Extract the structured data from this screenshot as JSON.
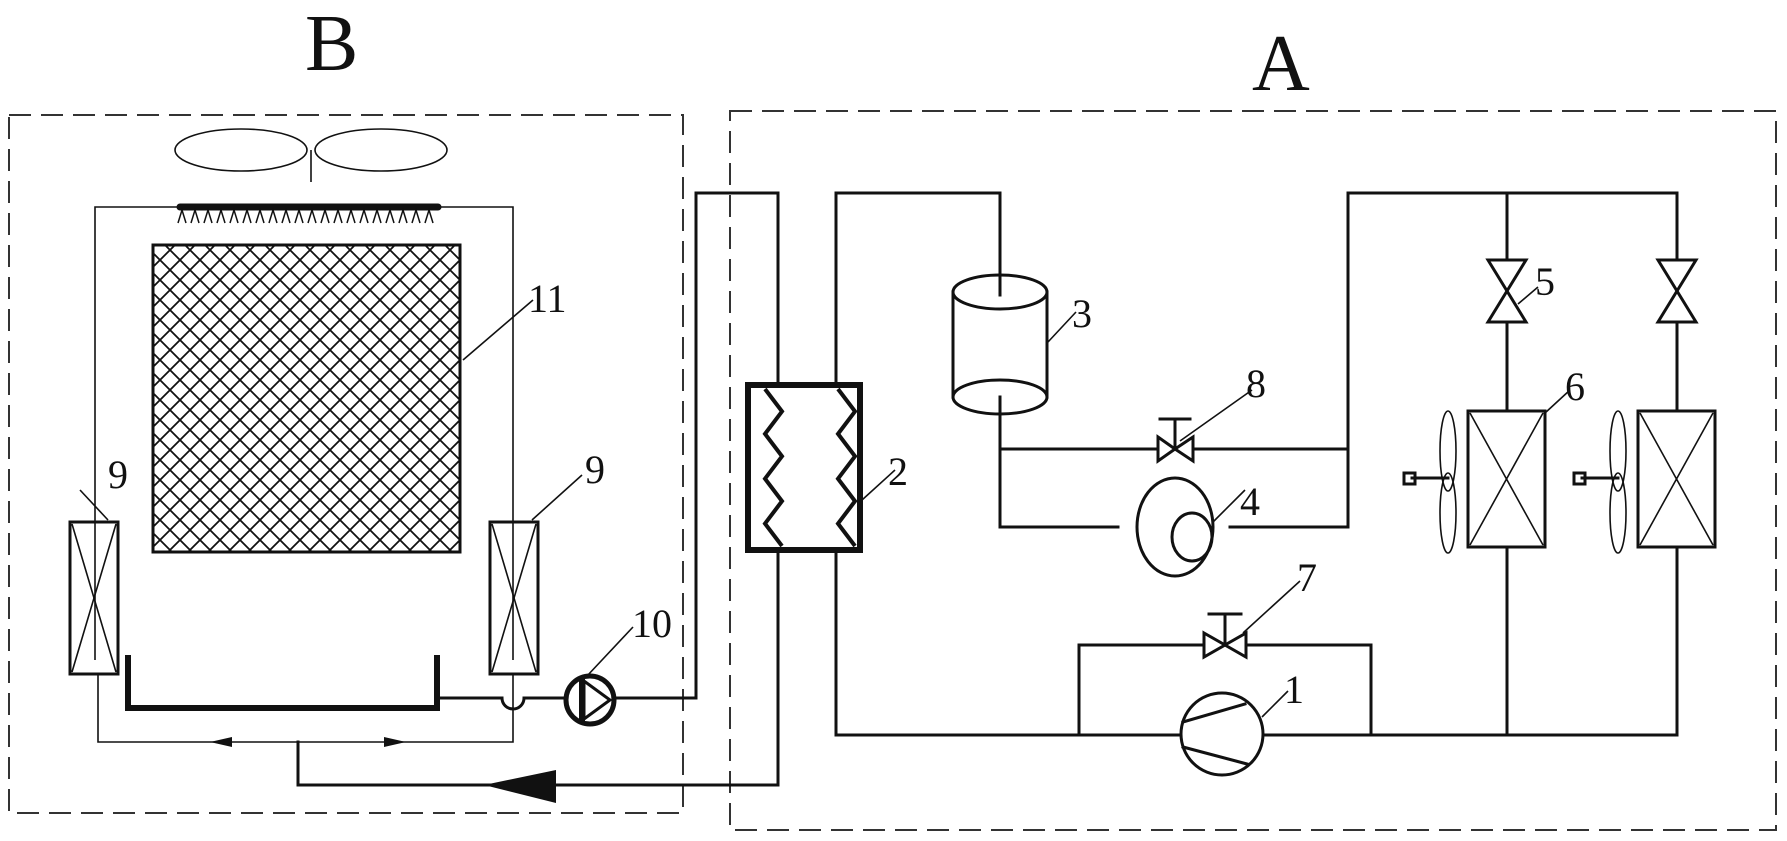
{
  "diagram": {
    "type": "refrigeration and cooling tower system schematic",
    "sections": [
      {
        "id": "B",
        "label": "B",
        "description": "evaporative cooling tower unit"
      },
      {
        "id": "A",
        "label": "A",
        "description": "refrigeration unit"
      }
    ],
    "components": [
      {
        "number": "1",
        "label": "1",
        "symbol": "compressor",
        "section": "A"
      },
      {
        "number": "2",
        "label": "2",
        "symbol": "plate heat exchanger",
        "section": "A"
      },
      {
        "number": "3",
        "label": "3",
        "symbol": "liquid receiver",
        "section": "A"
      },
      {
        "number": "4",
        "label": "4",
        "symbol": "pump",
        "section": "A"
      },
      {
        "number": "5",
        "label": "5",
        "symbol": "expansion valve",
        "section": "A"
      },
      {
        "number": "6",
        "label": "6",
        "symbol": "evaporator with fan",
        "section": "A"
      },
      {
        "number": "7",
        "label": "7",
        "symbol": "bypass valve",
        "section": "A"
      },
      {
        "number": "8",
        "label": "8",
        "symbol": "bypass valve",
        "section": "A"
      },
      {
        "number": "9",
        "label": "9",
        "symbol": "side coil",
        "section": "B"
      },
      {
        "number": "9",
        "label": "9",
        "symbol": "side coil",
        "section": "B"
      },
      {
        "number": "10",
        "label": "10",
        "symbol": "water pump",
        "section": "B"
      },
      {
        "number": "11",
        "label": "11",
        "symbol": "fill packing",
        "section": "B"
      }
    ]
  }
}
